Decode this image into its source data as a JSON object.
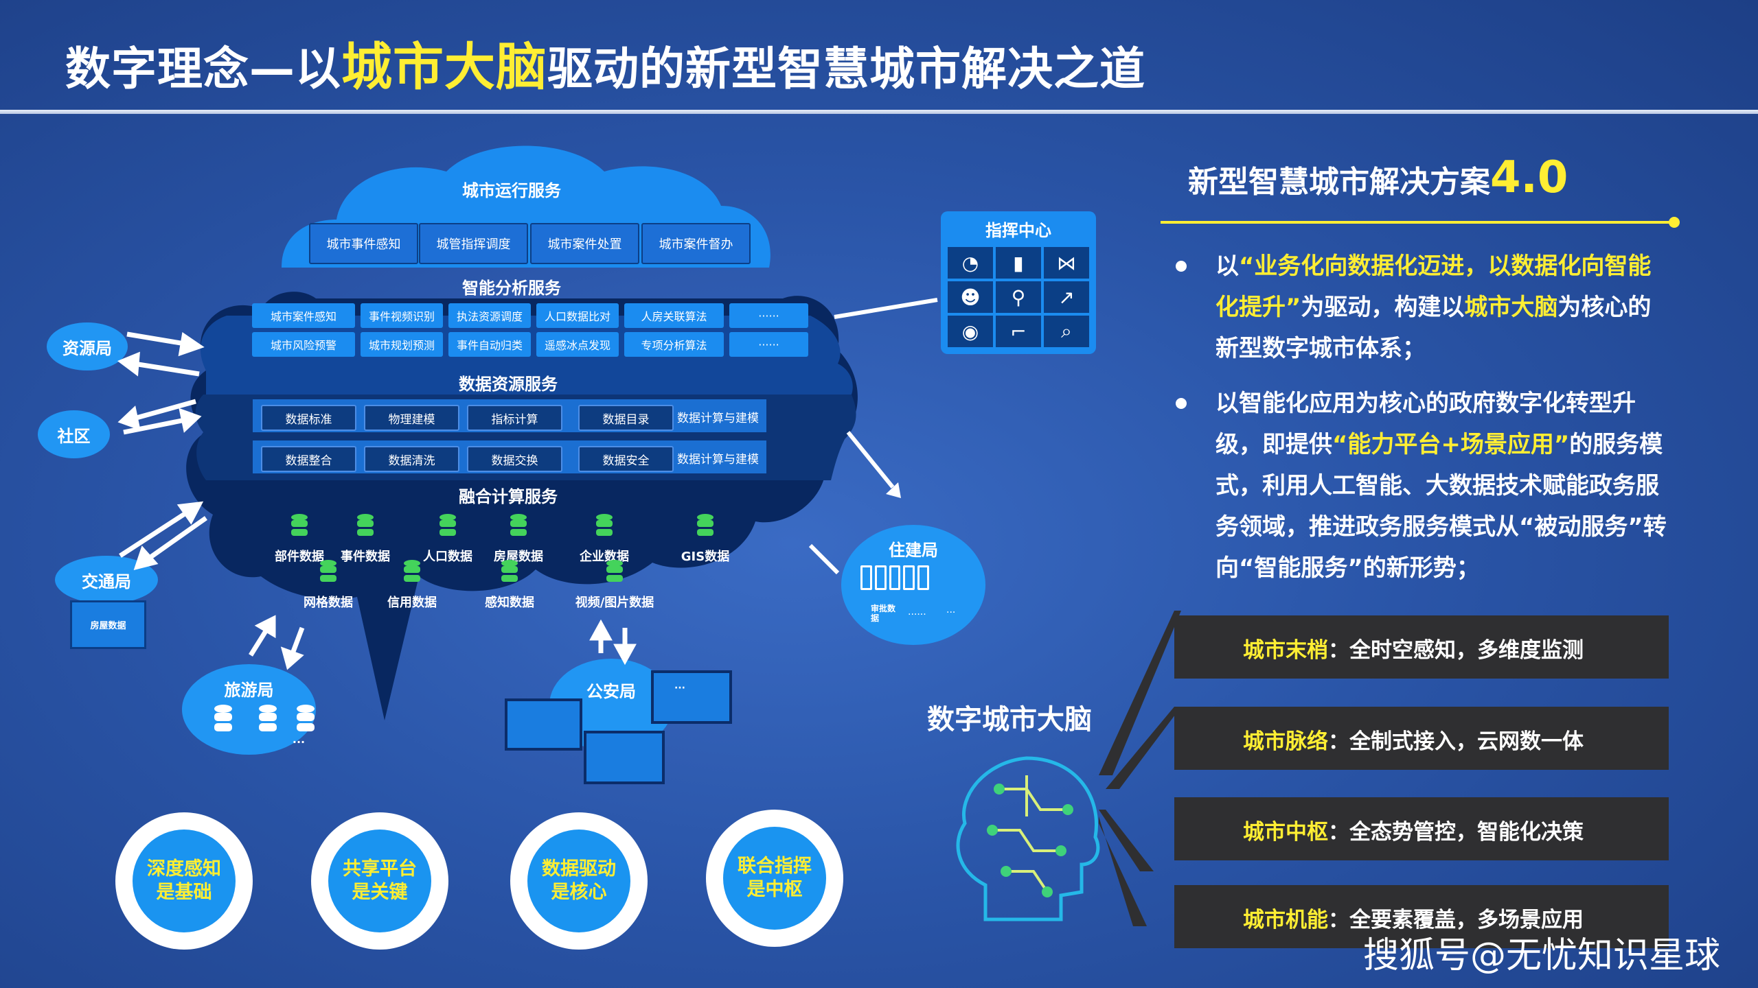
{
  "title": {
    "part1": "数字理念—以",
    "highlight": "城市大脑",
    "part2": "驱动的新型智慧城市解决之道"
  },
  "cloud": {
    "top_label": "城市运行服务",
    "top_buttons": [
      "城市事件感知",
      "城管指挥调度",
      "城市案件处置",
      "城市案件督办"
    ],
    "ai_label": "智能分析服务",
    "ai_buttons_row1": [
      "城市案件感知",
      "事件视频识别",
      "执法资源调度",
      "人口数据比对",
      "人房关联算法",
      "······"
    ],
    "ai_buttons_row2": [
      "城市风险预警",
      "城市规划预测",
      "事件自动归类",
      "遥感冰点发现",
      "专项分析算法",
      "······"
    ],
    "data_label": "数据资源服务",
    "data_row1": [
      "数据标准",
      "物理建模",
      "指标计算",
      "数据目录",
      "数据计算与建模"
    ],
    "data_row2": [
      "数据整合",
      "数据清洗",
      "数据交换",
      "数据安全",
      "数据计算与建模"
    ],
    "fusion_label": "融合计算服务",
    "fusion_row1": [
      "部件数据",
      "事件数据",
      "人口数据",
      "房屋数据",
      "企业数据",
      "GIS数据"
    ],
    "fusion_row2": [
      "网格数据",
      "信用数据",
      "感知数据",
      "视频/图片数据"
    ]
  },
  "nodes": {
    "resource": "资源局",
    "community": "社区",
    "traffic": "交通局",
    "traffic_sub": "房屋数据",
    "tourism": "旅游局",
    "tourism_dots": "···",
    "police": "公安局",
    "police_dots": "···",
    "housing": "住建局",
    "housing_sub1": "审批数据",
    "housing_dots": "······",
    "housing_dots2": "···",
    "command": "指挥中心"
  },
  "right": {
    "sol_title": "新型智慧城市解决方案",
    "sol_version": "4.0",
    "para1_a": "以",
    "para1_y1": "“业务化向数据化迈进，以数据化向智能化提升”",
    "para1_b": "为驱动，构建以",
    "para1_y2": "城市大脑",
    "para1_c": "为核心的新型数字城市体系；",
    "para2_a": "以智能化应用为核心的政府数字化转型升级，即提供",
    "para2_y": "“能力平台+场景应用”",
    "para2_b": "的服务模式，利用人工智能、大数据技术赋能政务服务领域，推进政务服务模式从“被动服务”转向“智能服务”的新形势；",
    "brain_label": "数字城市大脑",
    "bands": [
      {
        "key": "城市末梢",
        "text": "：全时空感知，多维度监测"
      },
      {
        "key": "城市脉络",
        "text": "：全制式接入，云网数一体"
      },
      {
        "key": "城市中枢",
        "text": "：全态势管控，智能化决策"
      },
      {
        "key": "城市机能",
        "text": "：全要素覆盖，多场景应用"
      }
    ]
  },
  "circles": [
    {
      "line1": "深度感知",
      "line2": "是基础"
    },
    {
      "line1": "共享平台",
      "line2": "是关键"
    },
    {
      "line1": "数据驱动",
      "line2": "是核心"
    },
    {
      "line1": "联合指挥",
      "line2": "是中枢"
    }
  ],
  "watermark": "搜狐号@无忧知识星球",
  "colors": {
    "accent": "#ffee33",
    "bubble": "#2196f3",
    "cloud_dark": "#0a2a5e"
  }
}
